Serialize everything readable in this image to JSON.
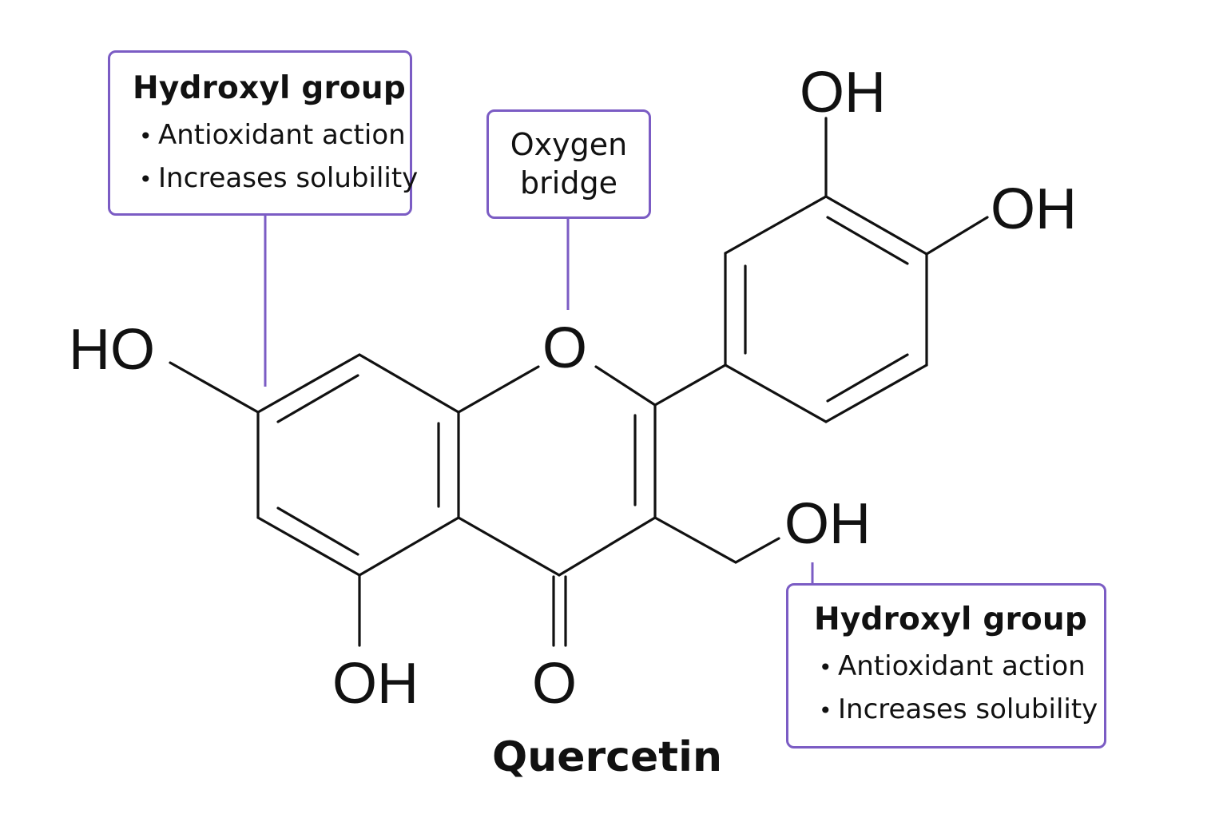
{
  "molecule": {
    "name": "Quercetin"
  },
  "atoms": {
    "left_hydroxyl": "HO",
    "ring_oxygen": "O",
    "bottom_hydroxyl": "OH",
    "carbonyl_oxygen": "O",
    "right_hydroxyl": "OH",
    "top_hydroxyl": "OH",
    "side_hydroxyl": "OH"
  },
  "callouts": {
    "left": {
      "heading": "Hydroxyl group",
      "points": [
        "Antioxidant action",
        "Increases solubility"
      ]
    },
    "bridge": {
      "line1": "Oxygen",
      "line2": "bridge"
    },
    "right": {
      "heading": "Hydroxyl group",
      "points": [
        "Antioxidant action",
        "Increases solubility"
      ]
    }
  },
  "colors": {
    "callout_border": "#7b5cc4",
    "bond": "#111111",
    "background": "#ffffff"
  },
  "bullet_symbol": "•"
}
